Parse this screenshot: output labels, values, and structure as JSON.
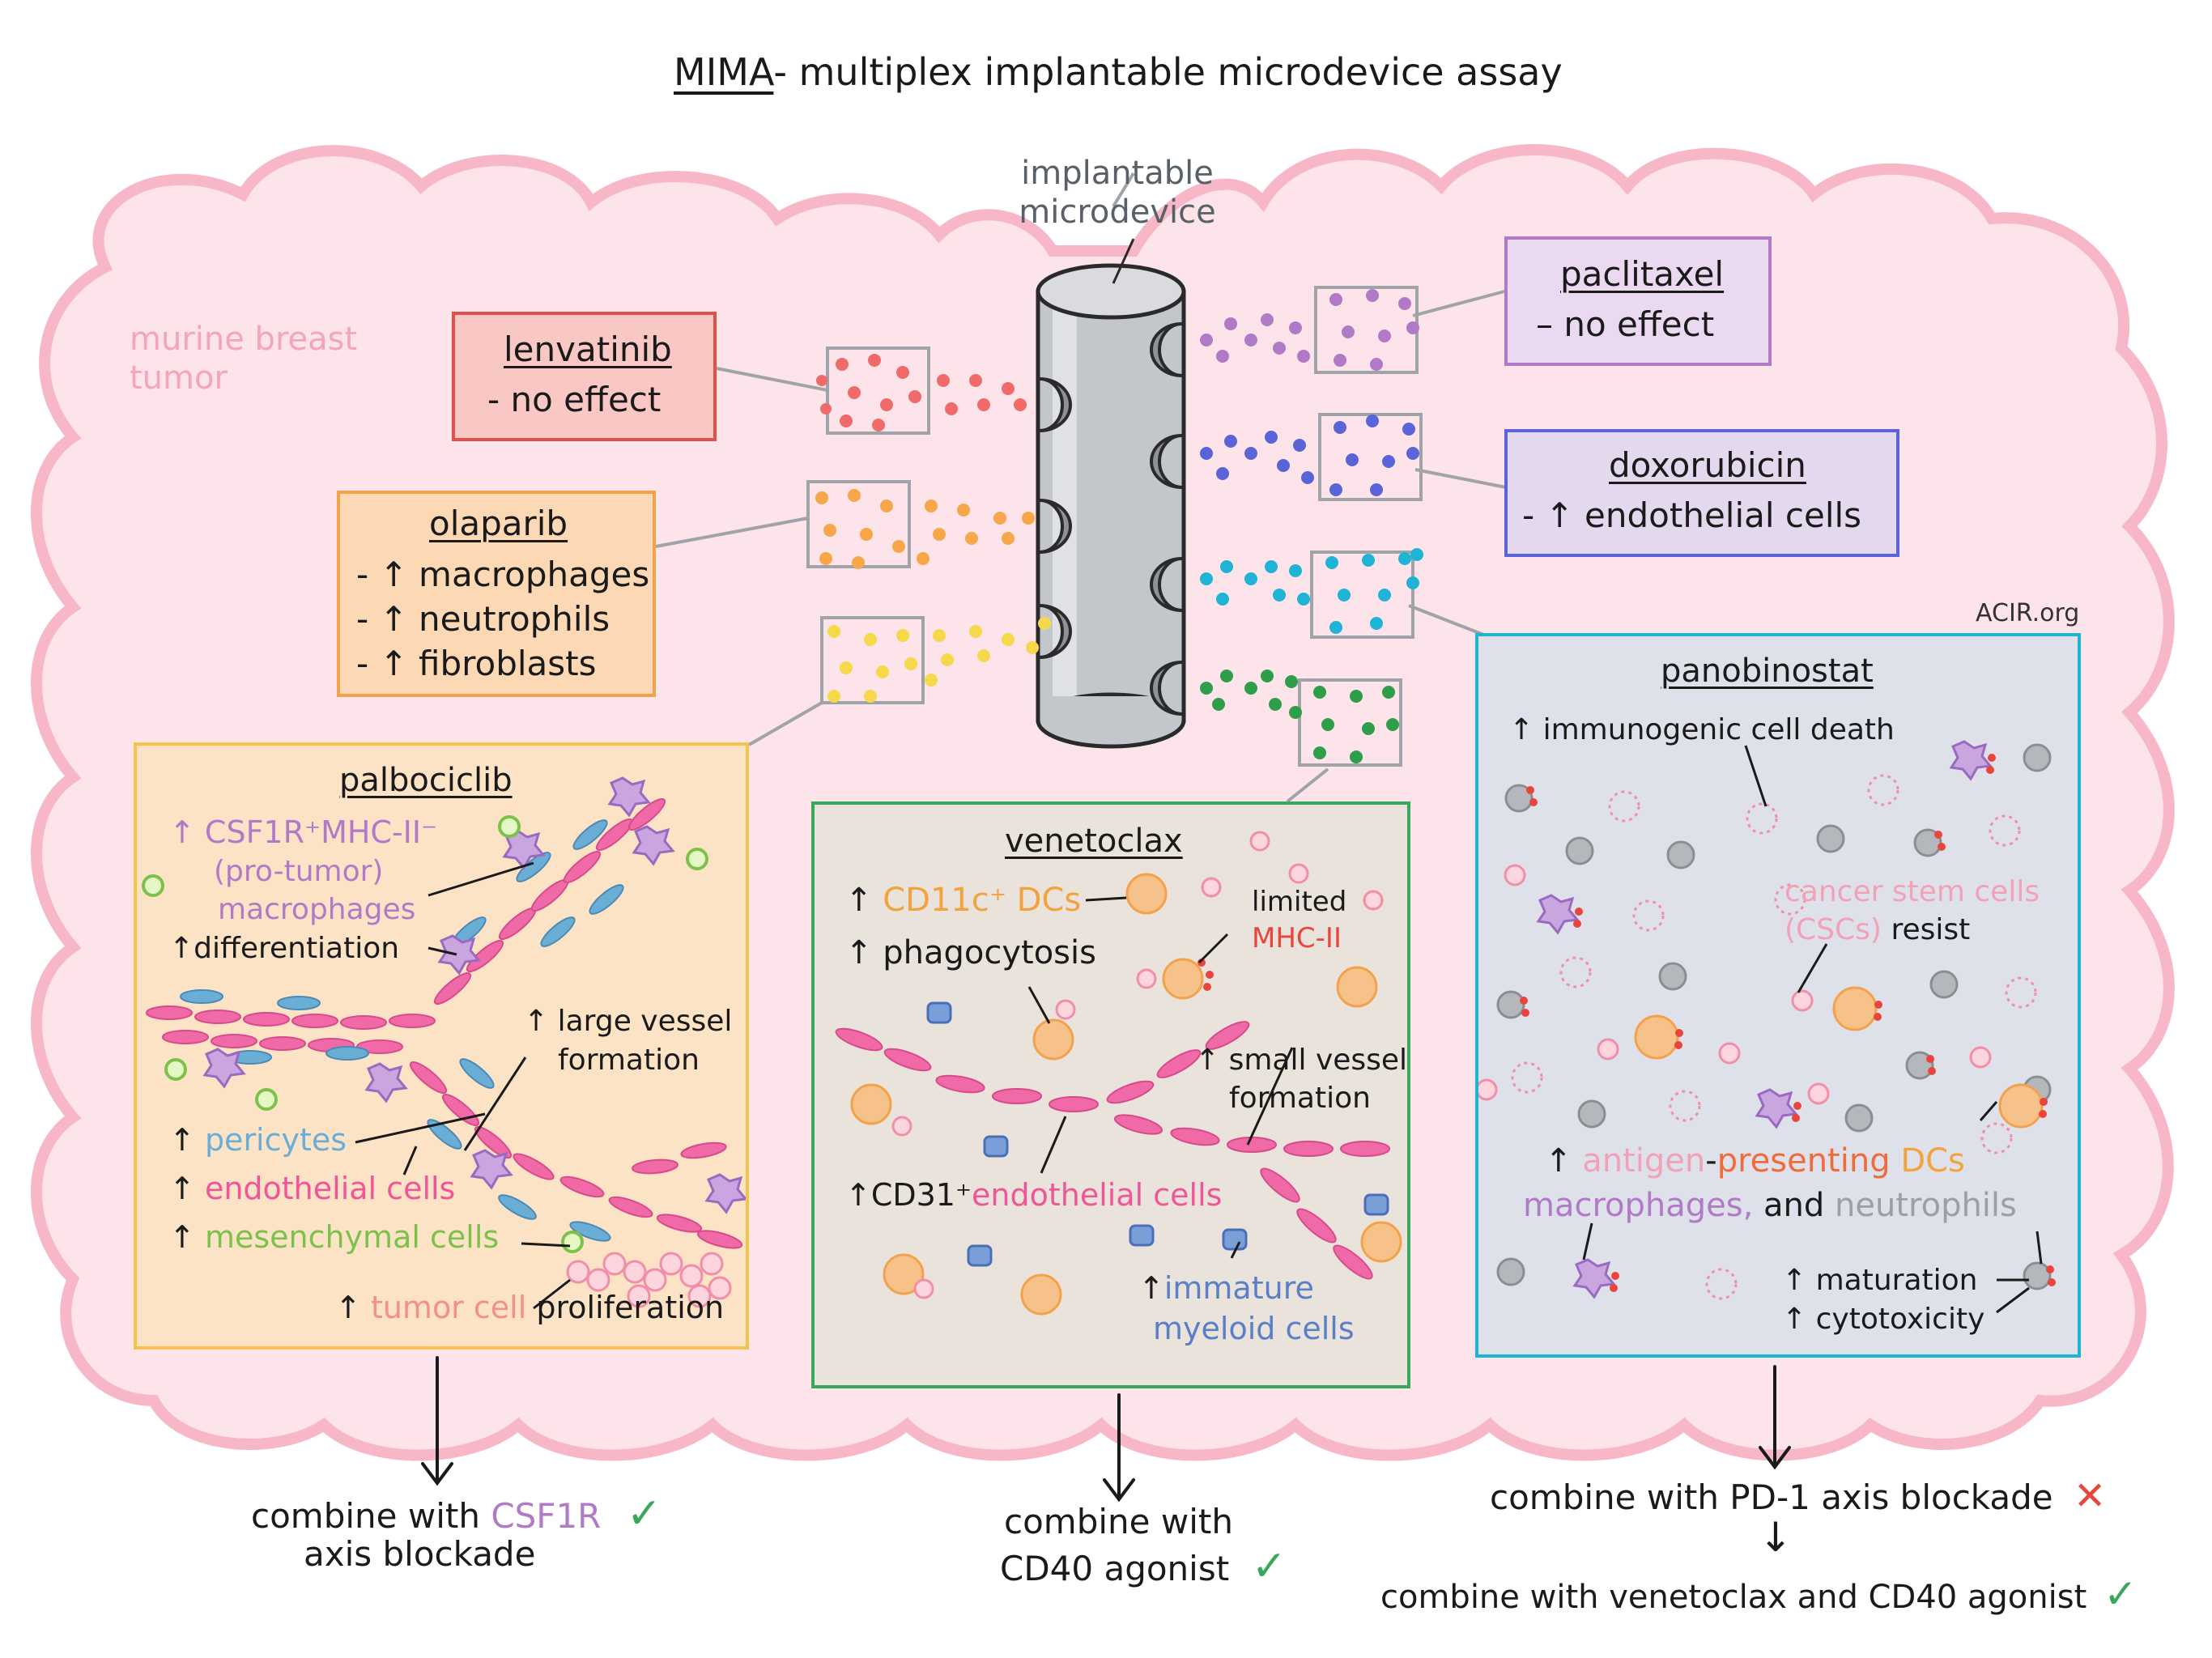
{
  "title": {
    "acronym": "MIMA",
    "rest": "- multiplex implantable microdevice assay"
  },
  "credit": "ACIR.org",
  "tumor_label": "murine breast tumor",
  "device_label": "implantable microdevice",
  "colors": {
    "tumor_fill": "#fde4ea",
    "tumor_outline": "#f7b7c6",
    "lenvatinib": "#f06a6a",
    "olaparib": "#f7a64a",
    "palbociclib": "#f5d94a",
    "paclitaxel": "#b07ac7",
    "doxorubicin": "#5a64d8",
    "panobinostat": "#1fb3d6",
    "venetoclax": "#2e9e4a",
    "check": "#3aa85a",
    "cross": "#e8463c"
  },
  "drugs": {
    "lenvatinib": {
      "name": "lenvatinib",
      "effect": "- no effect"
    },
    "olaparib": {
      "name": "olaparib",
      "effects": [
        "- ↑ macrophages",
        "- ↑ neutrophils",
        "- ↑ fibroblasts"
      ]
    },
    "paclitaxel": {
      "name": "paclitaxel",
      "effect": "– no effect"
    },
    "doxorubicin": {
      "name": "doxorubicin",
      "effect": "- ↑ endothelial  cells"
    }
  },
  "palbociclib": {
    "title": "palbociclib",
    "csf1r_line1": "↑  CSF1R⁺MHC-II⁻",
    "csf1r_line2": "(pro-tumor)",
    "csf1r_line3": "macrophages",
    "differentiation": "↑differentiation",
    "large_vessel_1": "↑ large  vessel",
    "large_vessel_2": "formation",
    "pericytes_arrow": "↑",
    "pericytes": "pericytes",
    "endothelial_arrow": "↑",
    "endothelial": "endothelial  cells",
    "mesenchymal_arrow": "↑",
    "mesenchymal": "mesenchymal  cells",
    "tumor_arrow": "↑",
    "tumor_cell": "tumor cell",
    "proliferation": "proliferation"
  },
  "venetoclax": {
    "title": "venetoclax",
    "dcs_arrow": "↑",
    "dcs": "CD11c⁺ DCs",
    "limited": "limited",
    "mhc": "MHC-II",
    "phagocytosis": "↑ phagocytosis",
    "small_vessel_1": "↑ small  vessel",
    "small_vessel_2": "formation",
    "cd31": "↑CD31⁺",
    "endothelial": "endothelial cells",
    "immature_arrow": "↑",
    "immature_1": "immature",
    "immature_2": "myeloid  cells"
  },
  "panobinostat": {
    "title": "panobinostat",
    "icd": "↑ immunogenic  cell  death",
    "csc_1": "cancer  stem  cells",
    "csc_2": "(CSCs)",
    "resist": "resist",
    "arrow": "↑",
    "antigen": "antigen",
    "dash": "-",
    "presenting": "presenting",
    "dcs": "DCs",
    "macrophages": "macrophages,",
    "and": "and",
    "neutrophils": "neutrophils",
    "maturation": "↑ maturation",
    "cytotoxicity": "↑ cytotoxicity"
  },
  "outcomes": {
    "palbo_1a": "combine  with",
    "palbo_1b": "CSF1R",
    "palbo_2": "axis  blockade",
    "veneto_1": "combine  with",
    "veneto_2": "CD40  agonist",
    "pano_1": "combine  with   PD-1  axis  blockade",
    "pano_2": "combine  with  venetoclax  and  CD40  agonist",
    "check": "✓",
    "cross": "✕",
    "down_arrow": "↓"
  }
}
